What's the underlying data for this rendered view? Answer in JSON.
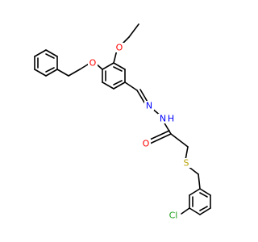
{
  "molecule": {
    "atoms": [
      {
        "id": "O1",
        "label": "O",
        "color": "#ff0000"
      },
      {
        "id": "O2",
        "label": "O",
        "color": "#ff0000"
      },
      {
        "id": "N1",
        "label": "N",
        "color": "#0000ff"
      },
      {
        "id": "N2",
        "label": "N",
        "color": "#0000ff"
      },
      {
        "id": "H1",
        "label": "H",
        "color": "#0000ff"
      },
      {
        "id": "O3",
        "label": "O",
        "color": "#ff0000"
      },
      {
        "id": "S1",
        "label": "S",
        "color": "#b8a000"
      },
      {
        "id": "Cl1",
        "label": "Cl",
        "color": "#1f9f1f"
      }
    ]
  }
}
